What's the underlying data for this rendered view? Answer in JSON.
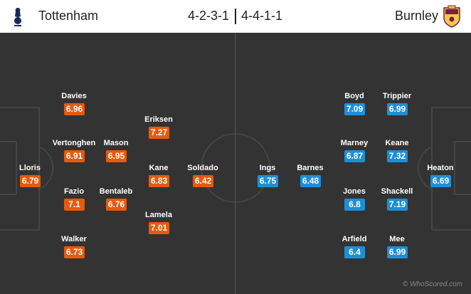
{
  "home": {
    "name": "Tottenham",
    "formation": "4-2-3-1",
    "color": "#e8590c",
    "players": [
      {
        "name": "Lloris",
        "rating": "6.79"
      },
      {
        "name": "Davies",
        "rating": "6.96"
      },
      {
        "name": "Vertonghen",
        "rating": "6.91"
      },
      {
        "name": "Fazio",
        "rating": "7.1"
      },
      {
        "name": "Walker",
        "rating": "6.73"
      },
      {
        "name": "Mason",
        "rating": "6.95"
      },
      {
        "name": "Bentaleb",
        "rating": "6.76"
      },
      {
        "name": "Eriksen",
        "rating": "7.27"
      },
      {
        "name": "Kane",
        "rating": "6.83"
      },
      {
        "name": "Lamela",
        "rating": "7.01"
      },
      {
        "name": "Soldado",
        "rating": "6.42"
      }
    ]
  },
  "away": {
    "name": "Burnley",
    "formation": "4-4-1-1",
    "color": "#1c8fd8",
    "players": [
      {
        "name": "Heaton",
        "rating": "6.69"
      },
      {
        "name": "Trippier",
        "rating": "6.99"
      },
      {
        "name": "Keane",
        "rating": "7.32"
      },
      {
        "name": "Shackell",
        "rating": "7.19"
      },
      {
        "name": "Mee",
        "rating": "6.99"
      },
      {
        "name": "Boyd",
        "rating": "7.09"
      },
      {
        "name": "Marney",
        "rating": "6.87"
      },
      {
        "name": "Jones",
        "rating": "6.8"
      },
      {
        "name": "Arfield",
        "rating": "6.4"
      },
      {
        "name": "Barnes",
        "rating": "6.48"
      },
      {
        "name": "Ings",
        "rating": "6.75"
      }
    ]
  },
  "icons": {
    "home_crest": "cockerel-crest-icon",
    "away_crest": "burnley-crest-icon"
  },
  "watermark": "© WhoScored.com"
}
